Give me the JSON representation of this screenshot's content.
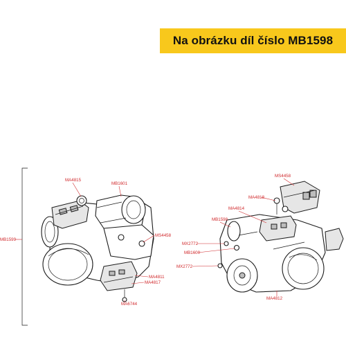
{
  "banner": {
    "text": "Na obrázku díl číslo MB1598"
  },
  "labels": {
    "left": {
      "mb1599": "MB1599",
      "ma4815": "MA4815",
      "mb1601": "MB1601",
      "ms4458": "MS4458",
      "ma4811": "MA4811",
      "ma4817": "MA4817",
      "ma6744": "MA6744"
    },
    "right": {
      "ms4458": "MS4458",
      "ma4818": "MA4818",
      "ma4814": "MA4814",
      "mb1598": "MB1598",
      "mx2772_top": "MX2772",
      "mb1600": "MB1600",
      "mx2772_bottom": "MX2772",
      "ma4812": "MA4812"
    }
  }
}
